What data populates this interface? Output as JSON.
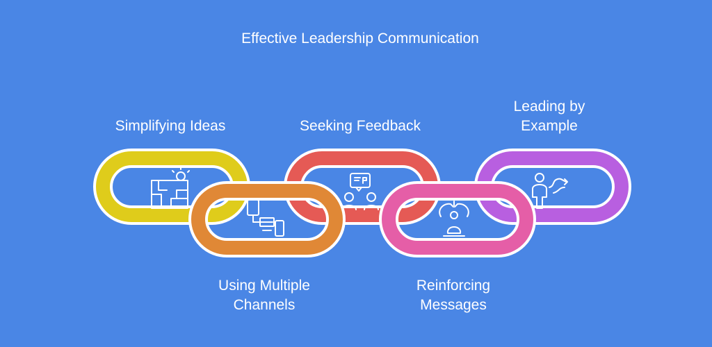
{
  "title": "Effective Leadership Communication",
  "links": [
    {
      "label": "Simplifying Ideas",
      "color": "#dfcc1b",
      "icon": "blueprint-lightbulb-icon"
    },
    {
      "label": "Using Multiple\nChannels",
      "color": "#e08836",
      "icon": "devices-icon"
    },
    {
      "label": "Seeking Feedback",
      "color": "#e55a55",
      "icon": "feedback-people-icon"
    },
    {
      "label": "Reinforcing\nMessages",
      "color": "#e55ea7",
      "icon": "meditation-person-icon"
    },
    {
      "label": "Leading by\nExample",
      "color": "#b85fe0",
      "icon": "leader-path-icon"
    }
  ]
}
